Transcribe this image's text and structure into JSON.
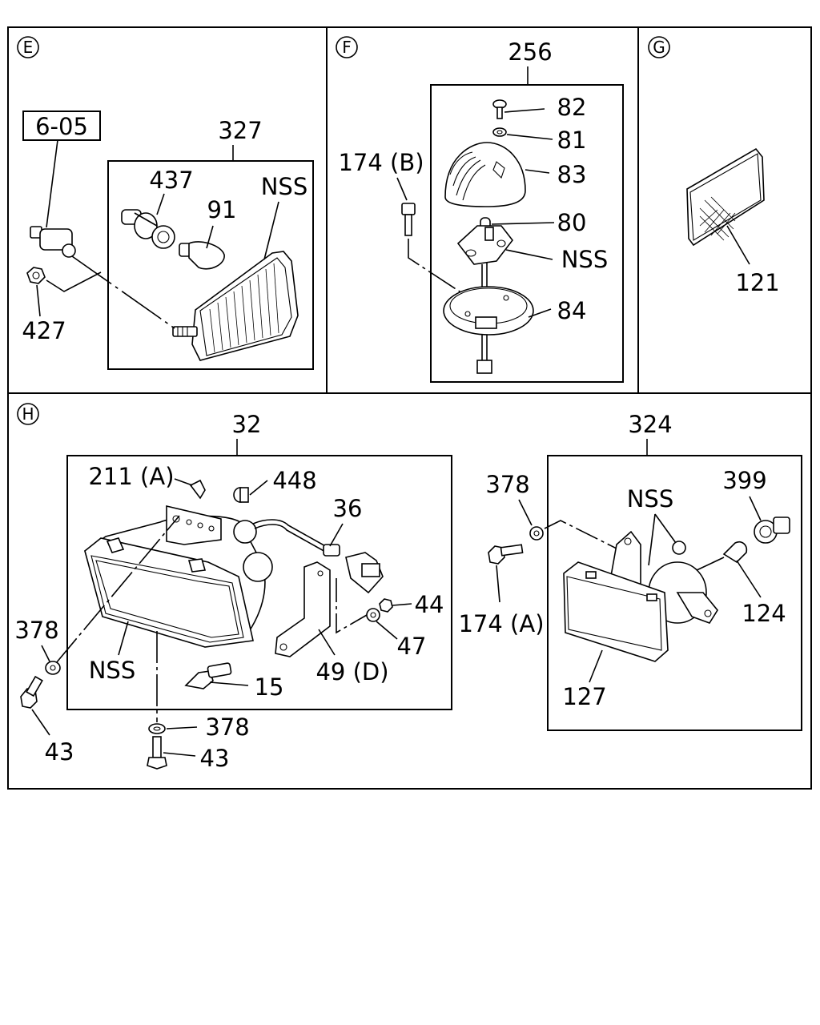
{
  "sections": {
    "E": {
      "marker": "E",
      "refbox": "6-05",
      "group": "327",
      "parts": {
        "p437": "437",
        "p91": "91",
        "nss": "NSS",
        "p427": "427"
      }
    },
    "F": {
      "marker": "F",
      "group": "256",
      "parts": {
        "p82": "82",
        "p81": "81",
        "p83": "83",
        "p174b": "174 (B)",
        "p80": "80",
        "nss": "NSS",
        "p84": "84"
      }
    },
    "G": {
      "marker": "G",
      "parts": {
        "p121": "121"
      }
    },
    "H": {
      "marker": "H",
      "left": {
        "group": "32",
        "parts": {
          "p211a": "211 (A)",
          "p448": "448",
          "p36": "36",
          "p44": "44",
          "p47": "47",
          "p49d": "49 (D)",
          "p15": "15",
          "nss": "NSS",
          "p378a": "378",
          "p43a": "43",
          "p378b": "378",
          "p43b": "43"
        }
      },
      "right": {
        "group": "324",
        "parts": {
          "p378": "378",
          "nss": "NSS",
          "p399": "399",
          "p174a": "174 (A)",
          "p124": "124",
          "p127": "127"
        }
      }
    }
  }
}
